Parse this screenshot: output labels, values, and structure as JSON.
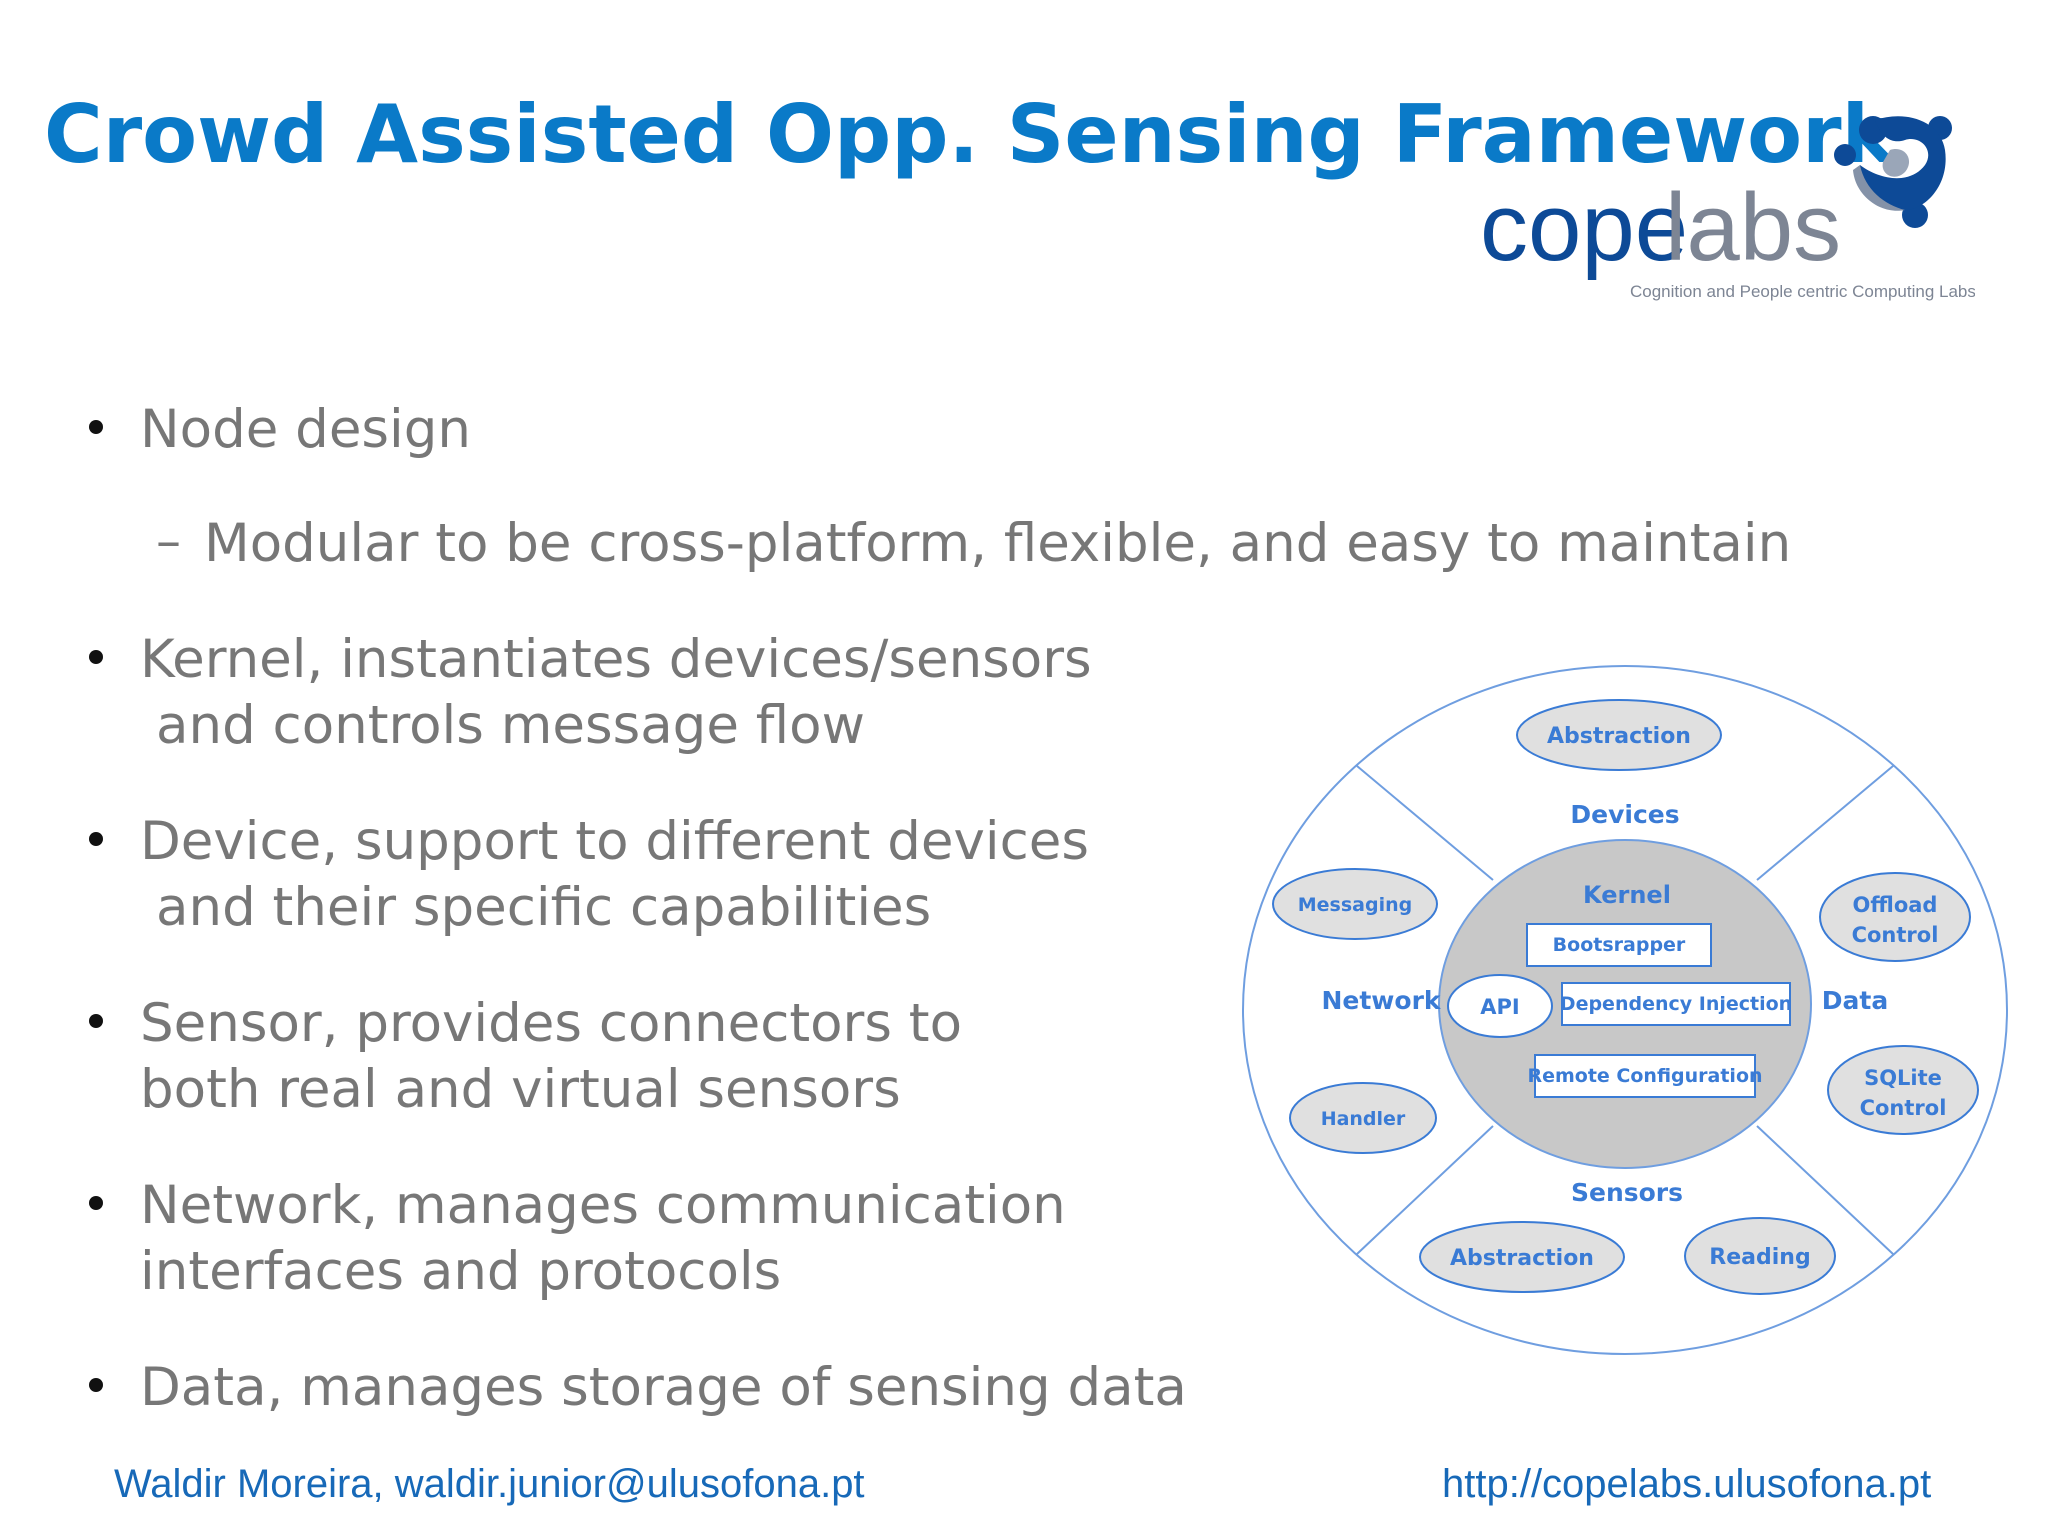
{
  "slide": {
    "title": "Crowd Assisted Opp. Sensing Framework",
    "logo": {
      "wordmark_dark": "cope",
      "wordmark_light": "labs",
      "tagline": "Cognition and People centric Computing Labs"
    },
    "bullets": [
      {
        "lines": [
          "Node design"
        ]
      },
      {
        "sub": true,
        "lines": [
          "Modular to be cross-platform, flexible, and easy to maintain"
        ]
      },
      {
        "lines": [
          "Kernel, instantiates devices/sensors",
          "and controls message flow"
        ]
      },
      {
        "lines": [
          "Device, support to different devices",
          "and their specific capabilities"
        ]
      },
      {
        "lines": [
          "Sensor, provides connectors to",
          "both real and virtual sensors"
        ]
      },
      {
        "lines": [
          "Network, manages communication",
          "interfaces and protocols"
        ]
      },
      {
        "lines": [
          "Data, manages storage of sensing data"
        ]
      }
    ],
    "diagram": {
      "devices_label": "Devices",
      "network_label": "Network",
      "data_label": "Data",
      "sensors_label": "Sensors",
      "kernel_label": "Kernel",
      "ellipses": {
        "devices_abstraction": "Abstraction",
        "messaging": "Messaging",
        "handler": "Handler",
        "offload_line1": "Offload",
        "offload_line2": "Control",
        "sqlite_line1": "SQLite",
        "sqlite_line2": "Control",
        "sensors_abstraction": "Abstraction",
        "reading": "Reading",
        "api": "API"
      },
      "boxes": {
        "bootstrapper": "Bootsrapper",
        "dependency_injection": "Dependency Injection",
        "remote_configuration": "Remote Configuration"
      }
    },
    "footer": {
      "author": "Waldir Moreira, waldir.junior@ulusofona.pt",
      "url": "http://copelabs.ulusofona.pt"
    },
    "colors": {
      "title": "#0a7ac8",
      "body_text": "#777777",
      "diagram_blue": "#3a7bd5",
      "kernel_fill": "#c8c8c8",
      "footer": "#1769b8",
      "logo_dark_blue": "#0d4a97"
    }
  }
}
